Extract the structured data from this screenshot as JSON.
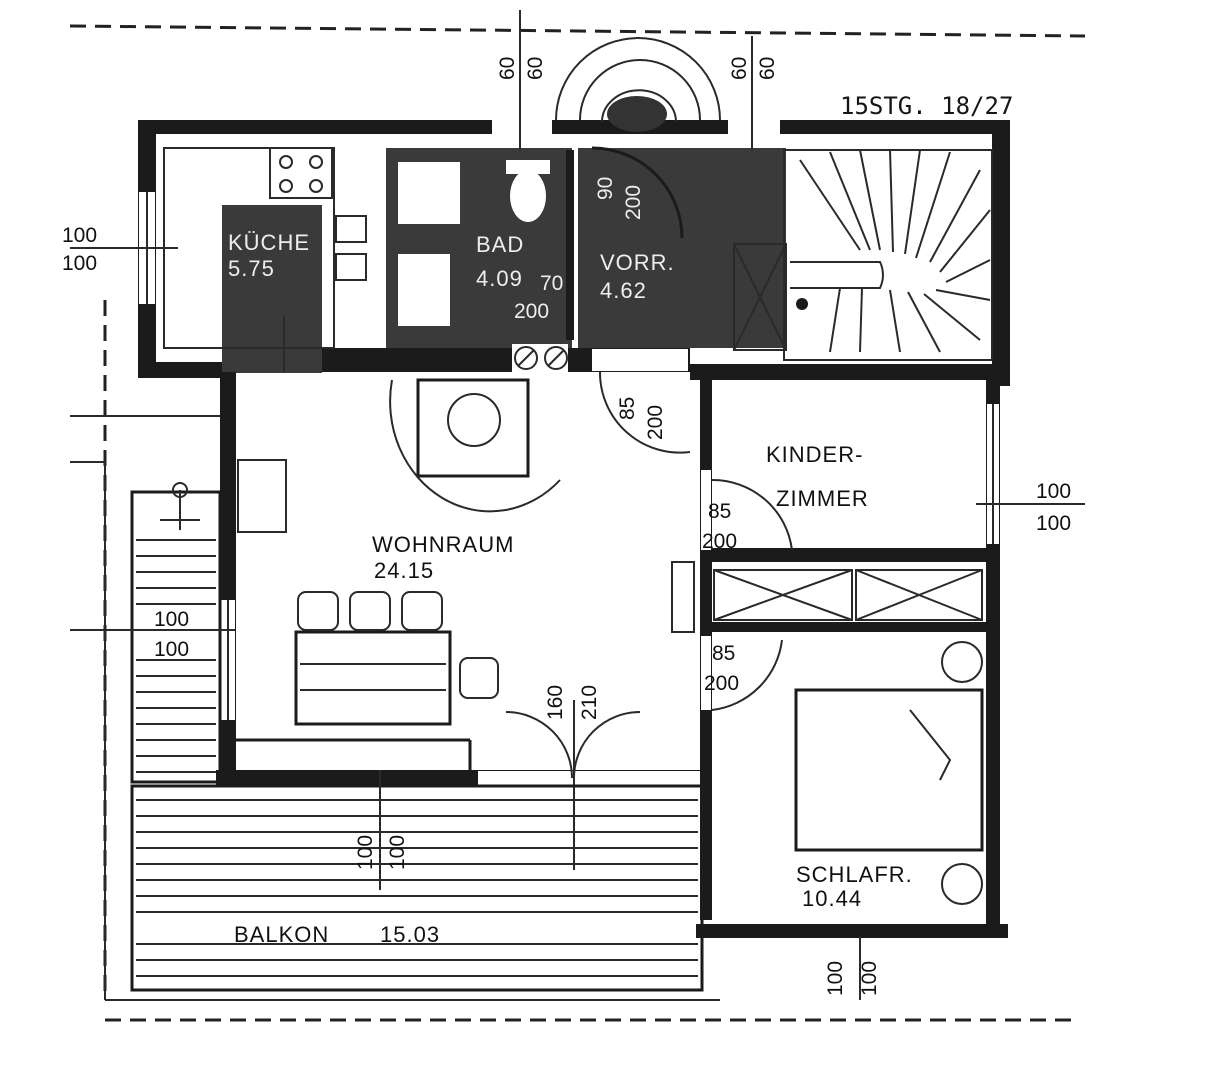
{
  "stair_note": "15STG. 18/27",
  "rooms": {
    "kitchen": {
      "name": "KÜCHE",
      "area": "5.75"
    },
    "bath": {
      "name": "BAD",
      "area": "4.09"
    },
    "hall": {
      "name": "VORR.",
      "area": "4.62"
    },
    "living": {
      "name": "WOHNRAUM",
      "area": "24.15"
    },
    "kids_line1": "KINDER-",
    "kids_line2": "ZIMMER",
    "bedroom": {
      "name": "SCHLAFR.",
      "area": "10.44"
    },
    "balcony": {
      "name": "BALKON",
      "area": "15.03"
    }
  },
  "dimensions": {
    "top_left_a": "60",
    "top_left_b": "60",
    "top_right_a": "60",
    "top_right_b": "60",
    "left_window_a": "100",
    "left_window_b": "100",
    "right_window_a": "100",
    "right_window_b": "100",
    "hall_door_a": "90",
    "hall_door_b": "200",
    "bath_door_a": "70",
    "bath_door_b": "200",
    "living_door_a": "85",
    "living_door_b": "200",
    "kids_door_a": "85",
    "kids_door_b": "200",
    "bed_door_a": "85",
    "bed_door_b": "200",
    "balcony_door_a": "160",
    "balcony_door_b": "210",
    "balcony_mid_a": "100",
    "balcony_mid_b": "100",
    "living_window_a": "100",
    "living_window_b": "100",
    "bottom_right_a": "100",
    "bottom_right_b": "100"
  }
}
